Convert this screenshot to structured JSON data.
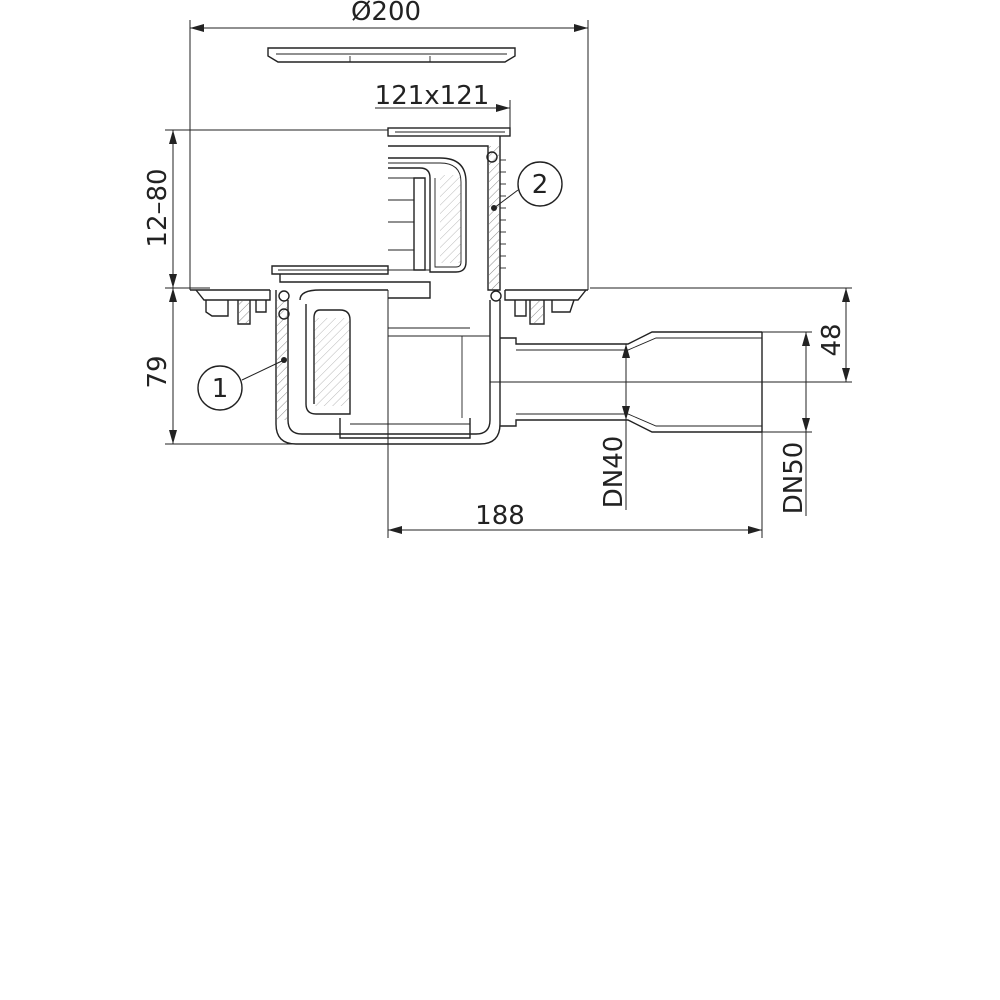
{
  "dimensions": {
    "diameter": "Ø200",
    "grate": "121x121",
    "height_adjust": "12–80",
    "body_height": "79",
    "outlet_offset": "48",
    "outlet_length": "188",
    "dn_inner": "DN40",
    "dn_outer": "DN50"
  },
  "callouts": {
    "part_1": "1",
    "part_2": "2"
  },
  "colors": {
    "line": "#222222",
    "background": "#ffffff"
  }
}
